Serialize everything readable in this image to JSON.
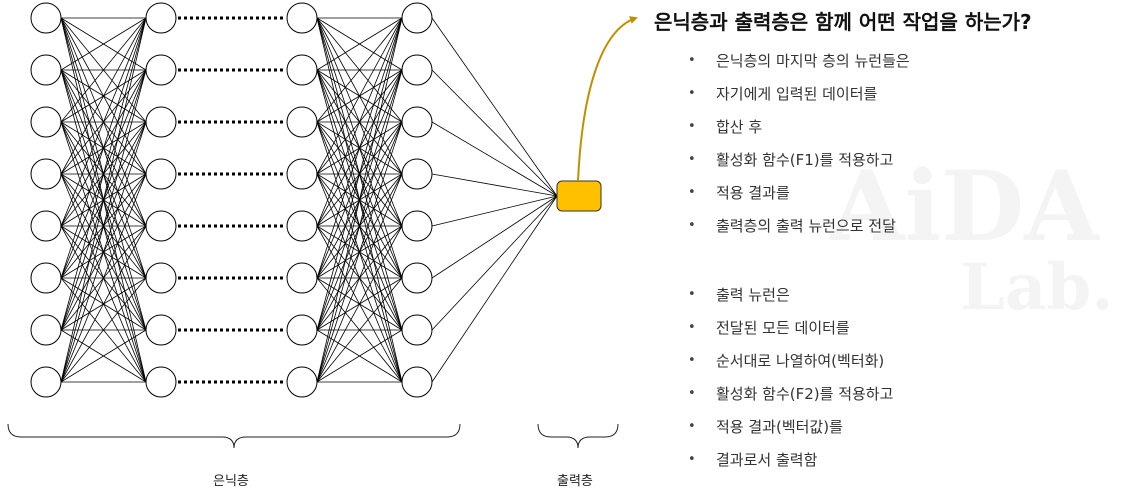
{
  "title": "은닉층과 출력층은 함께 어떤 작업을 하는가?",
  "bullets_group1": [
    "은닉층의 마지막 층의 뉴런들은",
    "자기에게 입력된 데이터를",
    "합산 후",
    "활성화 함수(F1)를 적용하고",
    "적용 결과를",
    "출력층의 출력 뉴런으로 전달"
  ],
  "bullets_group2": [
    "출력 뉴런은",
    "전달된 모든 데이터를",
    "순서대로 나열하여(벡터화)",
    "활성화 함수(F2)를 적용하고",
    "적용 결과(벡터값)를",
    "결과로서 출력함"
  ],
  "labels": {
    "hidden": "은닉층",
    "output": "출력층"
  },
  "watermark": {
    "line1": "AiDA",
    "line2": "Lab."
  },
  "colors": {
    "output_fill": "#FFC000",
    "arrow": "#BF9000",
    "line": "#000000"
  }
}
